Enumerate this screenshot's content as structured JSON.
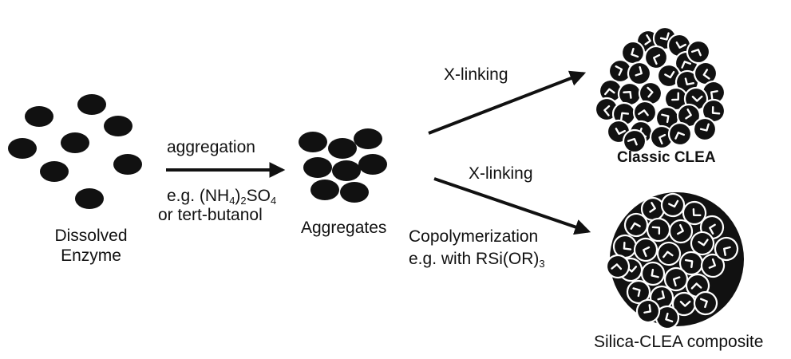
{
  "labels": {
    "dissolved_line1": "Dissolved",
    "dissolved_line2": "Enzyme",
    "aggregation": "aggregation",
    "example_prefix": "e.g. (NH",
    "example_sub1": "4",
    "example_mid": ")",
    "example_sub2": "2",
    "example_suffix": "SO",
    "example_sub3": "4",
    "or_tert": "or tert-butanol",
    "aggregates": "Aggregates",
    "xlinking_top": "X-linking",
    "xlinking_bottom": "X-linking",
    "copolymerization": "Copolymerization",
    "copoly_example": "e.g. with RSi(OR)",
    "copoly_sub": "3",
    "classic_clea": "Classic CLEA",
    "silica_clea": "Silica-CLEA composite"
  },
  "colors": {
    "ink": "#111111",
    "background": "#ffffff"
  }
}
